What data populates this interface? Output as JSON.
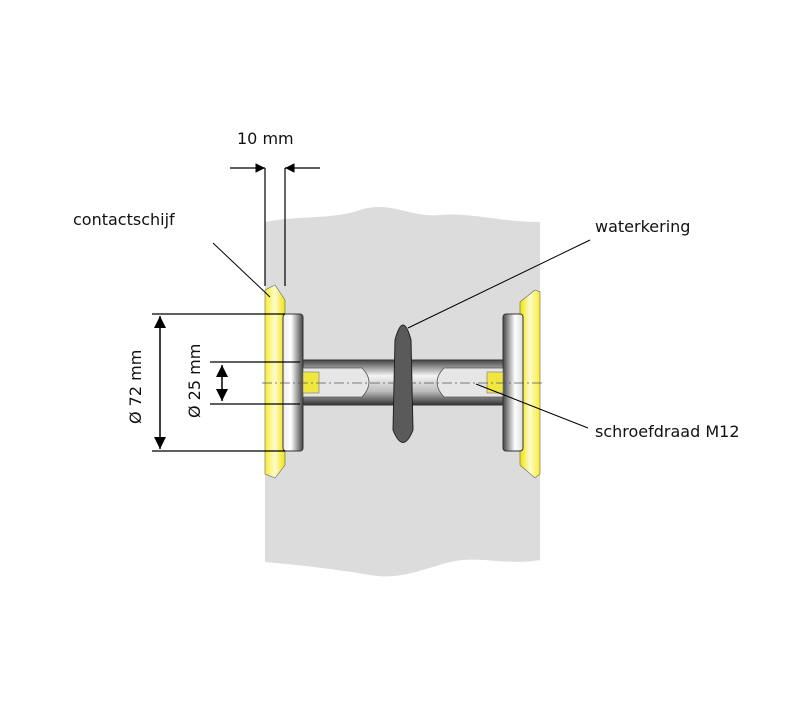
{
  "labels": {
    "width_dim": "10 mm",
    "contact_disc": "contactschijf",
    "water_seal": "waterkering",
    "thread": "schroefdraad M12",
    "outer_diameter": "Ø 72 mm",
    "inner_diameter": "Ø 25 mm"
  },
  "colors": {
    "wall": "#dcdcdc",
    "contact_disc": "#f3ea1c",
    "steel": "#9a9a9a",
    "seal": "#5a5a5a"
  }
}
